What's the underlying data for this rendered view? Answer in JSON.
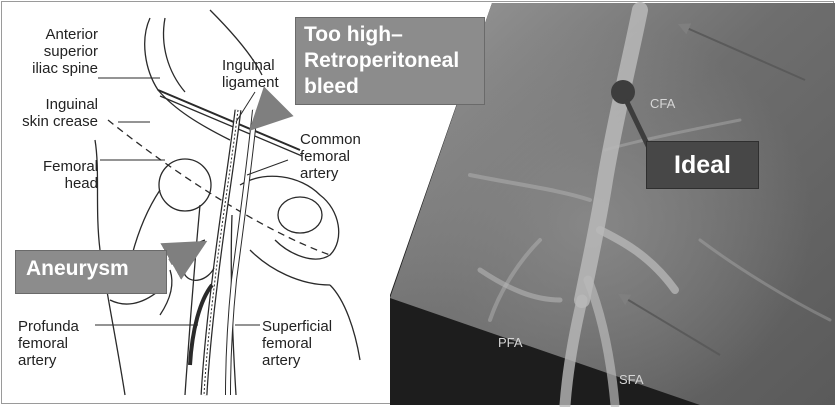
{
  "anatomy_labels": {
    "asis": "Anterior\nsuperior\niliac spine",
    "inguinal_crease": "Inguinal\nskin crease",
    "femoral_head": "Femoral\nhead",
    "inguinal_ligament": "Inguinal\nligament",
    "common_femoral": "Common\nfemoral\nartery",
    "profunda": "Profunda\nfemoral\nartery",
    "superficial": "Superficial\nfemoral\nartery"
  },
  "callouts": {
    "too_high": "Too high–\nRetroperitoneal\nbleed",
    "aneurysm": "Aneurysm",
    "ideal": "Ideal"
  },
  "xray_labels": {
    "cfa": "CFA",
    "pfa": "PFA",
    "sfa": "SFA"
  },
  "colors": {
    "callout_gray": "#8c8c8c",
    "ideal_dark": "#474747",
    "xray_bg": "#7a7a7a"
  }
}
